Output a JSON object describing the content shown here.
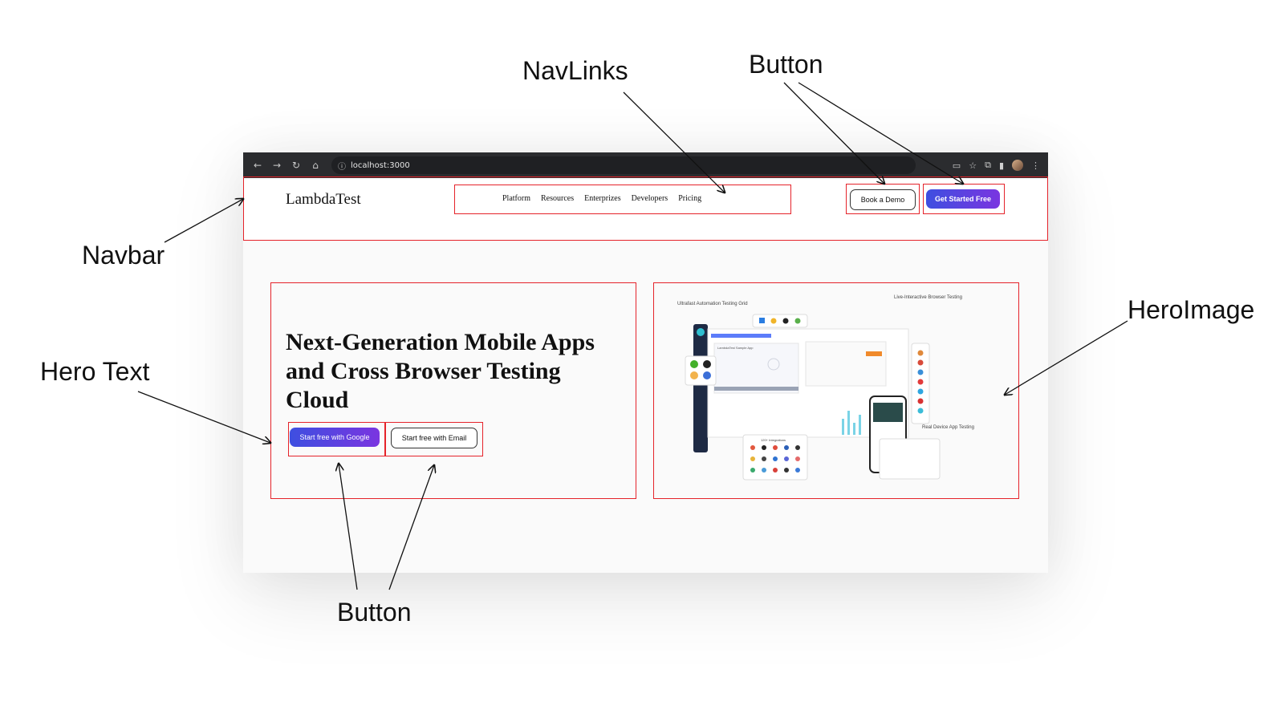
{
  "browser": {
    "url": "localhost:3000"
  },
  "navbar": {
    "logo": "LambdaTest",
    "links": [
      "Platform",
      "Resources",
      "Enterprizes",
      "Developers",
      "Pricing"
    ],
    "book_demo": "Book a Demo",
    "get_started": "Get Started Free"
  },
  "hero": {
    "title": "Next-Generation Mobile Apps and Cross Browser Testing Cloud",
    "btn_google": "Start free with Google",
    "btn_email": "Start free with Email",
    "image": {
      "label_grid": "Ultrafast Automation Testing Grid",
      "label_live": "Live-Interactive Browser Testing",
      "label_device": "Real Device App Testing",
      "integrations": "120+ Integrations",
      "card_title": "LambdaTest Sample App"
    }
  },
  "annotations": {
    "navlinks": "NavLinks",
    "button_top": "Button",
    "navbar": "Navbar",
    "hero_image": "HeroImage",
    "hero_text": "Hero Text",
    "button_bottom": "Button"
  },
  "colors": {
    "annotation": "#e5232a",
    "primary_gradient_start": "#3e4fe0",
    "primary_gradient_end": "#7a35e0",
    "chrome_bg": "#2b2c2f"
  }
}
